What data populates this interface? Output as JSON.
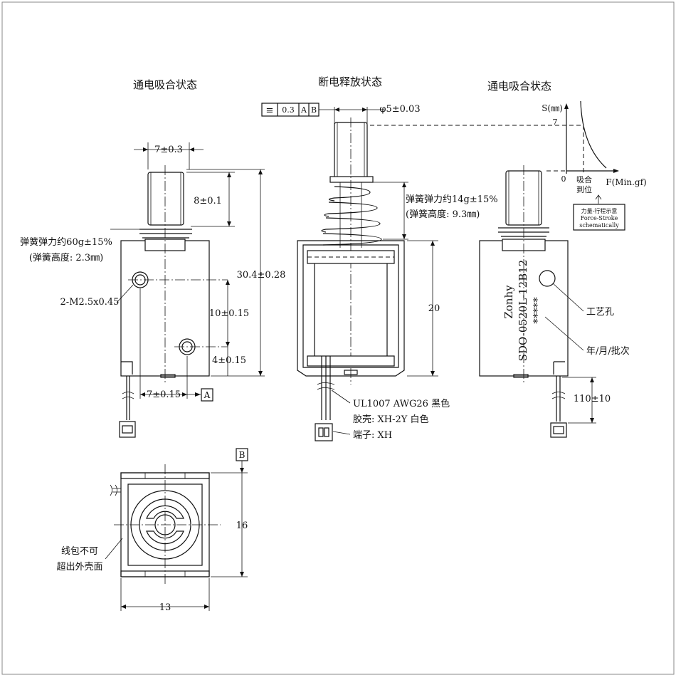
{
  "views": {
    "left_title": "通电吸合状态",
    "middle_title": "断电释放状态",
    "right_title": "通电吸合状态"
  },
  "left_view": {
    "dim_width": "7±0.3",
    "dim_plunger": "8±0.1",
    "dim_height": "30.4±0.28",
    "spring_force": "弹簧弹力约60g±15%",
    "spring_height": "(弹簧高度: 2.3㎜)",
    "thread": "2-M2.5x0.45",
    "dim_hole_spacing": "10±0.15",
    "dim_hole_bottom": "4±0.15",
    "dim_offset": "7±0.15",
    "datum_a": "A"
  },
  "middle_view": {
    "tolerance_symbol": "≡",
    "tolerance_value": "0.3",
    "tolerance_datum_a": "A",
    "tolerance_datum_b": "B",
    "dim_diameter": "φ5±0.03",
    "spring_force": "弹簧弹力约14g±15%",
    "spring_height": "(弹簧高度: 9.3㎜)",
    "dim_body": "20",
    "wire": "UL1007 AWG26 黑色",
    "housing": "胶壳: XH-2Y 白色",
    "terminal": "端子: XH"
  },
  "right_view": {
    "axis_s": "S(㎜)",
    "axis_f": "F(Min.gf)",
    "stroke_value": "7",
    "origin": "0",
    "pull_in_line1": "吸合",
    "pull_in_line2": "到位",
    "force_label_cn": "力量-行程示意",
    "force_label_en1": "Force-Stroke",
    "force_label_en2": "schematically",
    "logo": "Zonhy",
    "model": "SDO-0520L-12B12",
    "batch_marks": "*****",
    "process_hole": "工艺孔",
    "date_batch": "年/月/批次",
    "dim_lead": "110±10"
  },
  "bottom_view": {
    "datum_b": "B",
    "dim_depth": "16",
    "dim_width": "13",
    "note_line1": "线包不可",
    "note_line2": "超出外壳面"
  }
}
